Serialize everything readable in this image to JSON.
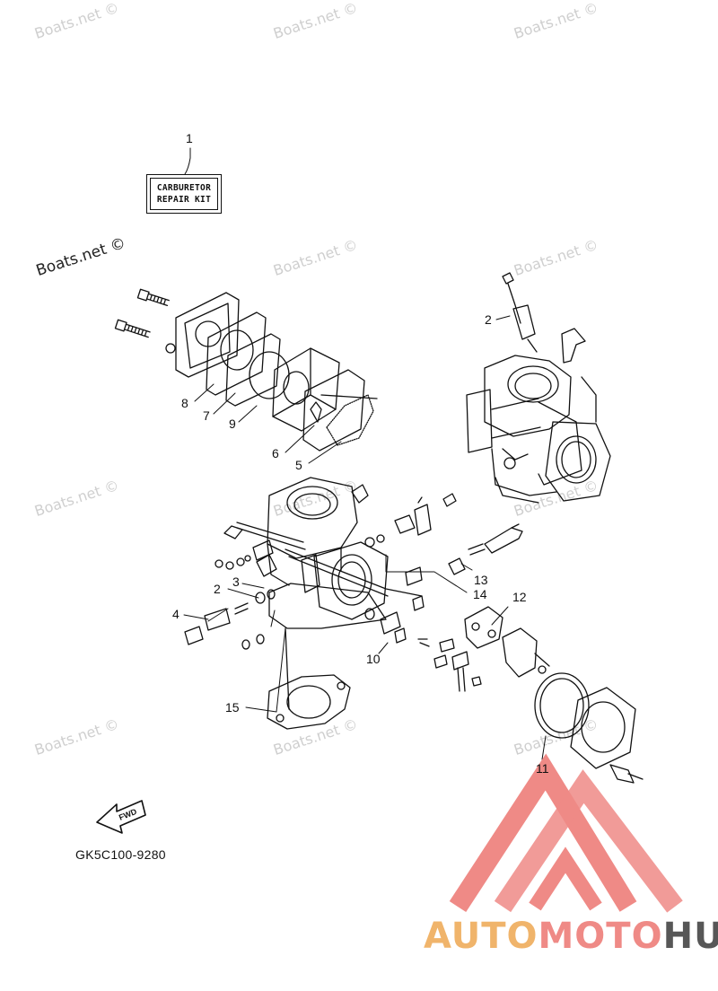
{
  "watermarks": {
    "small": "Boats.net ©",
    "large": "Boats.net ©"
  },
  "repair_kit": {
    "line1": "CARBURETOR",
    "line2": "REPAIR KIT"
  },
  "callouts": {
    "c1": "1",
    "c2_top": "2",
    "c8": "8",
    "c7": "7",
    "c9": "9",
    "c6": "6",
    "c5": "5",
    "c2_mid": "2",
    "c3": "3",
    "c4": "4",
    "c10": "10",
    "c12": "12",
    "c13": "13",
    "c14": "14",
    "c15": "15",
    "c11": "11"
  },
  "fwd_label": "FWD",
  "part_code": "GK5C100-9280",
  "brand": {
    "part1": "AUTO",
    "part2": "MOTO",
    "part3": "HUB"
  },
  "colors": {
    "line": "#111111",
    "watermark": "#cfcfcf",
    "logo_red": "#ef8a86",
    "logo_orange": "#f0b46b",
    "logo_gray": "#575757"
  }
}
